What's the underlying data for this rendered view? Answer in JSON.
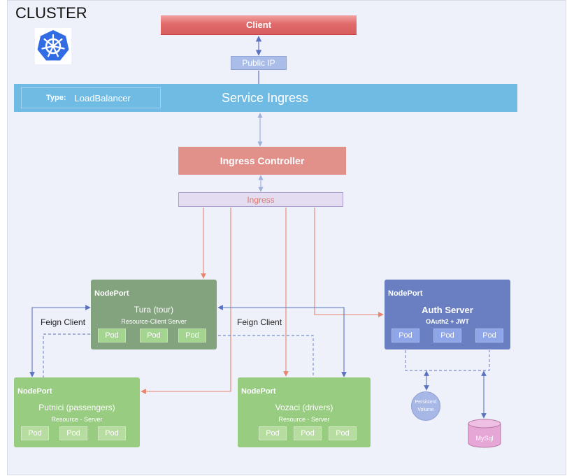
{
  "cluster": {
    "title": "CLUSTER"
  },
  "client": {
    "label": "Client"
  },
  "public_ip": {
    "label": "Public IP"
  },
  "service_ingress": {
    "type_key": "Type:",
    "type_value": "LoadBalancer",
    "title": "Service Ingress"
  },
  "ingress_controller": {
    "label": "Ingress Controller"
  },
  "ingress": {
    "label": "Ingress"
  },
  "nodes": {
    "tura": {
      "port": "NodePort",
      "name": "Tura (tour)",
      "sub": "Resource-Client Server",
      "pods": [
        "Pod",
        "Pod",
        "Pod"
      ]
    },
    "putnici": {
      "port": "NodePort",
      "name": "Putnici (passengers)",
      "sub": "Resource - Server",
      "pods": [
        "Pod",
        "Pod",
        "Pod"
      ]
    },
    "vozaci": {
      "port": "NodePort",
      "name": "Vozaci (drivers)",
      "sub": "Resource - Server",
      "pods": [
        "Pod",
        "Pod",
        "Pod"
      ]
    },
    "auth": {
      "port": "NodePort",
      "name": "Auth Server",
      "sub": "OAuth2 + JWT",
      "pods": [
        "Pod",
        "Pod",
        "Pod"
      ]
    }
  },
  "feign": {
    "left": "Feign Client",
    "right": "Feign Client"
  },
  "storage": {
    "pv_line1": "Persistent",
    "pv_line2": "Volume",
    "mysql": "MySql"
  },
  "colors": {
    "client": "#e06a6a",
    "service_ingress": "#6fbbe3",
    "ingress_controller": "#e2908a",
    "tura": "#83a37f",
    "resource_nodes": "#98cc80",
    "auth": "#6a7fc2",
    "route_arrow": "#e8846f",
    "feign_arrow": "#5b72c0"
  }
}
